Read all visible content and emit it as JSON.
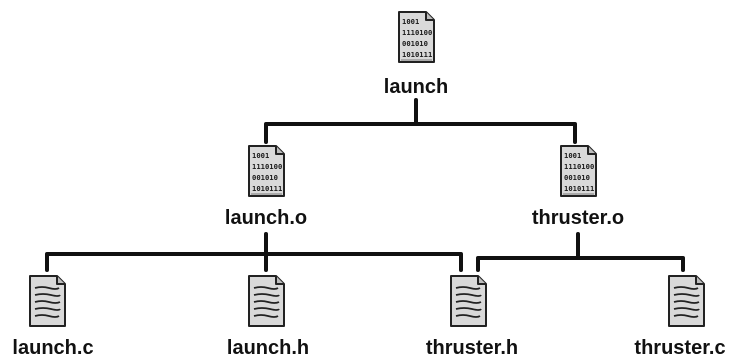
{
  "nodes": {
    "launch": {
      "label": "launch",
      "kind": "binary",
      "icon": "binary-file-icon"
    },
    "launch_o": {
      "label": "launch.o",
      "kind": "binary",
      "icon": "binary-file-icon"
    },
    "thruster_o": {
      "label": "thruster.o",
      "kind": "binary",
      "icon": "binary-file-icon"
    },
    "launch_c": {
      "label": "launch.c",
      "kind": "source",
      "icon": "text-file-icon"
    },
    "launch_h": {
      "label": "launch.h",
      "kind": "source",
      "icon": "text-file-icon"
    },
    "thruster_h": {
      "label": "thruster.h",
      "kind": "source",
      "icon": "text-file-icon"
    },
    "thruster_c": {
      "label": "thruster.c",
      "kind": "source",
      "icon": "text-file-icon"
    }
  },
  "binary_lines": [
    "1001",
    "1110100",
    "001010",
    "1010111"
  ],
  "edges": [
    [
      "launch",
      "launch_o"
    ],
    [
      "launch",
      "thruster_o"
    ],
    [
      "launch_o",
      "launch_c"
    ],
    [
      "launch_o",
      "launch_h"
    ],
    [
      "launch_o",
      "thruster_h"
    ],
    [
      "thruster_o",
      "thruster_h"
    ],
    [
      "thruster_o",
      "thruster_c"
    ]
  ],
  "colors": {
    "connector": "#111111",
    "file_fill": "#d9d9d9",
    "file_stroke": "#222222"
  }
}
